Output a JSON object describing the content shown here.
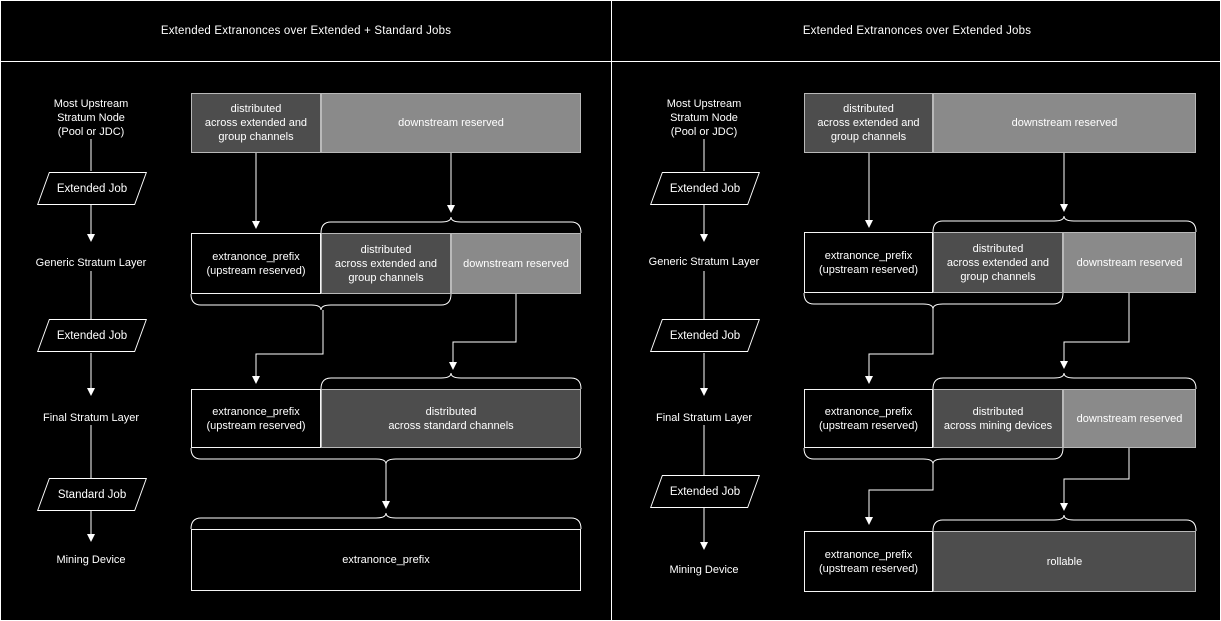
{
  "palette": {
    "background": "#000000",
    "segment_dark": "#4d4d4d",
    "segment_light": "#8a8a8a",
    "segment_black": "#000000",
    "line": "#ffffff",
    "text": "#ffffff"
  },
  "panels": [
    {
      "title": "Extended Extranonces over Extended + Standard Jobs",
      "flow": {
        "node1": "Most Upstream\nStratum Node\n(Pool or JDC)",
        "job1": "Extended Job",
        "node2": "Generic Stratum Layer",
        "job2": "Extended Job",
        "node3": "Final Stratum Layer",
        "job3": "Standard Job",
        "node4": "Mining Device"
      },
      "rows": [
        {
          "segments": [
            {
              "label": "distributed\nacross extended and\ngroup channels",
              "tone": "dark"
            },
            {
              "label": "downstream reserved",
              "tone": "light"
            }
          ]
        },
        {
          "segments": [
            {
              "label": "extranonce_prefix\n(upstream reserved)",
              "tone": "black"
            },
            {
              "label": "distributed\nacross extended and\ngroup channels",
              "tone": "dark"
            },
            {
              "label": "downstream reserved",
              "tone": "light"
            }
          ]
        },
        {
          "segments": [
            {
              "label": "extranonce_prefix\n(upstream reserved)",
              "tone": "black"
            },
            {
              "label": "distributed\nacross standard channels",
              "tone": "dark"
            }
          ]
        },
        {
          "segments": [
            {
              "label": "extranonce_prefix",
              "tone": "black"
            }
          ]
        }
      ]
    },
    {
      "title": "Extended Extranonces over Extended Jobs",
      "flow": {
        "node1": "Most Upstream\nStratum Node\n(Pool or JDC)",
        "job1": "Extended Job",
        "node2": "Generic Stratum Layer",
        "job2": "Extended Job",
        "node3": "Final Stratum Layer",
        "job3": "Extended Job",
        "node4": "Mining Device"
      },
      "rows": [
        {
          "segments": [
            {
              "label": "distributed\nacross extended and\ngroup channels",
              "tone": "dark"
            },
            {
              "label": "downstream reserved",
              "tone": "light"
            }
          ]
        },
        {
          "segments": [
            {
              "label": "extranonce_prefix\n(upstream reserved)",
              "tone": "black"
            },
            {
              "label": "distributed\nacross extended and\ngroup channels",
              "tone": "dark"
            },
            {
              "label": "downstream reserved",
              "tone": "light"
            }
          ]
        },
        {
          "segments": [
            {
              "label": "extranonce_prefix\n(upstream reserved)",
              "tone": "black"
            },
            {
              "label": "distributed\nacross mining devices",
              "tone": "dark"
            },
            {
              "label": "downstream reserved",
              "tone": "light"
            }
          ]
        },
        {
          "segments": [
            {
              "label": "extranonce_prefix\n(upstream reserved)",
              "tone": "black"
            },
            {
              "label": "rollable",
              "tone": "dark"
            }
          ]
        }
      ]
    }
  ]
}
